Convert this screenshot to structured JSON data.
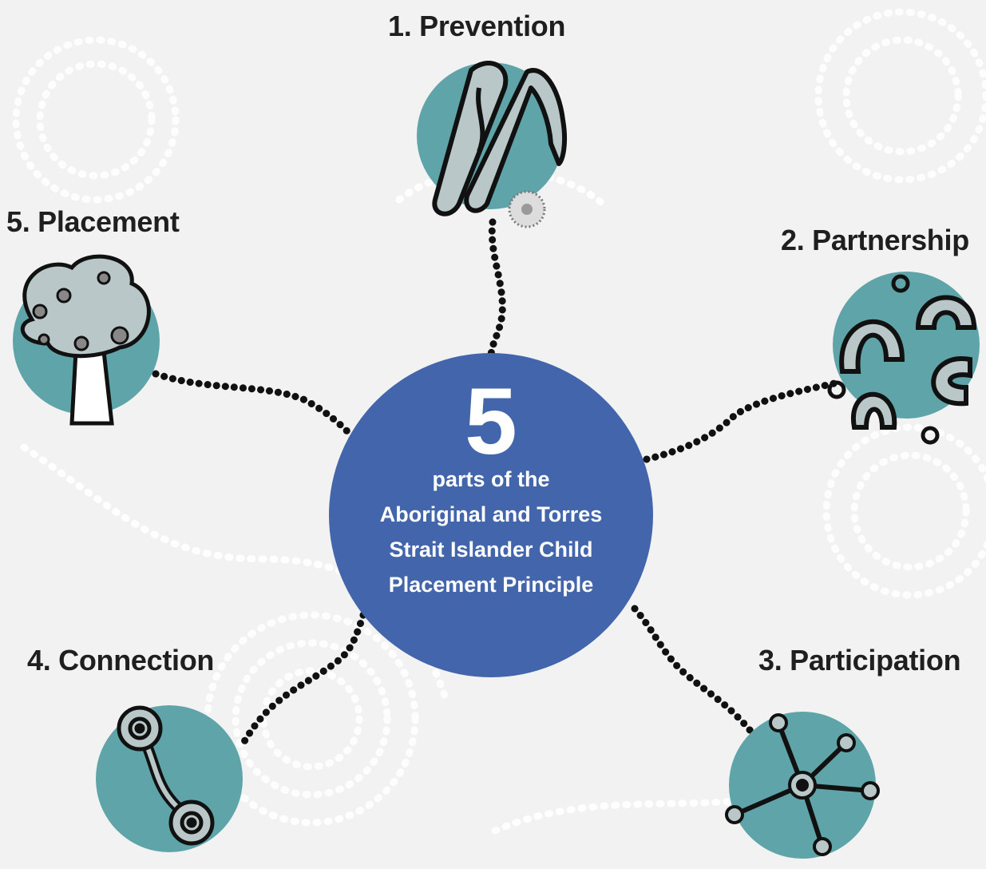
{
  "diagram": {
    "center": {
      "number": "5",
      "lines": [
        "parts of the",
        "Aboriginal and Torres",
        "Strait Islander Child",
        "Placement Principle"
      ]
    },
    "nodes": [
      {
        "id": "prevention",
        "label": "1. Prevention"
      },
      {
        "id": "partnership",
        "label": "2. Partnership"
      },
      {
        "id": "participation",
        "label": "3. Participation"
      },
      {
        "id": "connection",
        "label": "4. Connection"
      },
      {
        "id": "placement",
        "label": "5. Placement"
      }
    ]
  },
  "colors": {
    "background": "#f2f2f3",
    "center_circle": "#4265ab",
    "node_circle": "#5fa4a8",
    "dots": "#111111",
    "text": "#1f1f1f"
  }
}
